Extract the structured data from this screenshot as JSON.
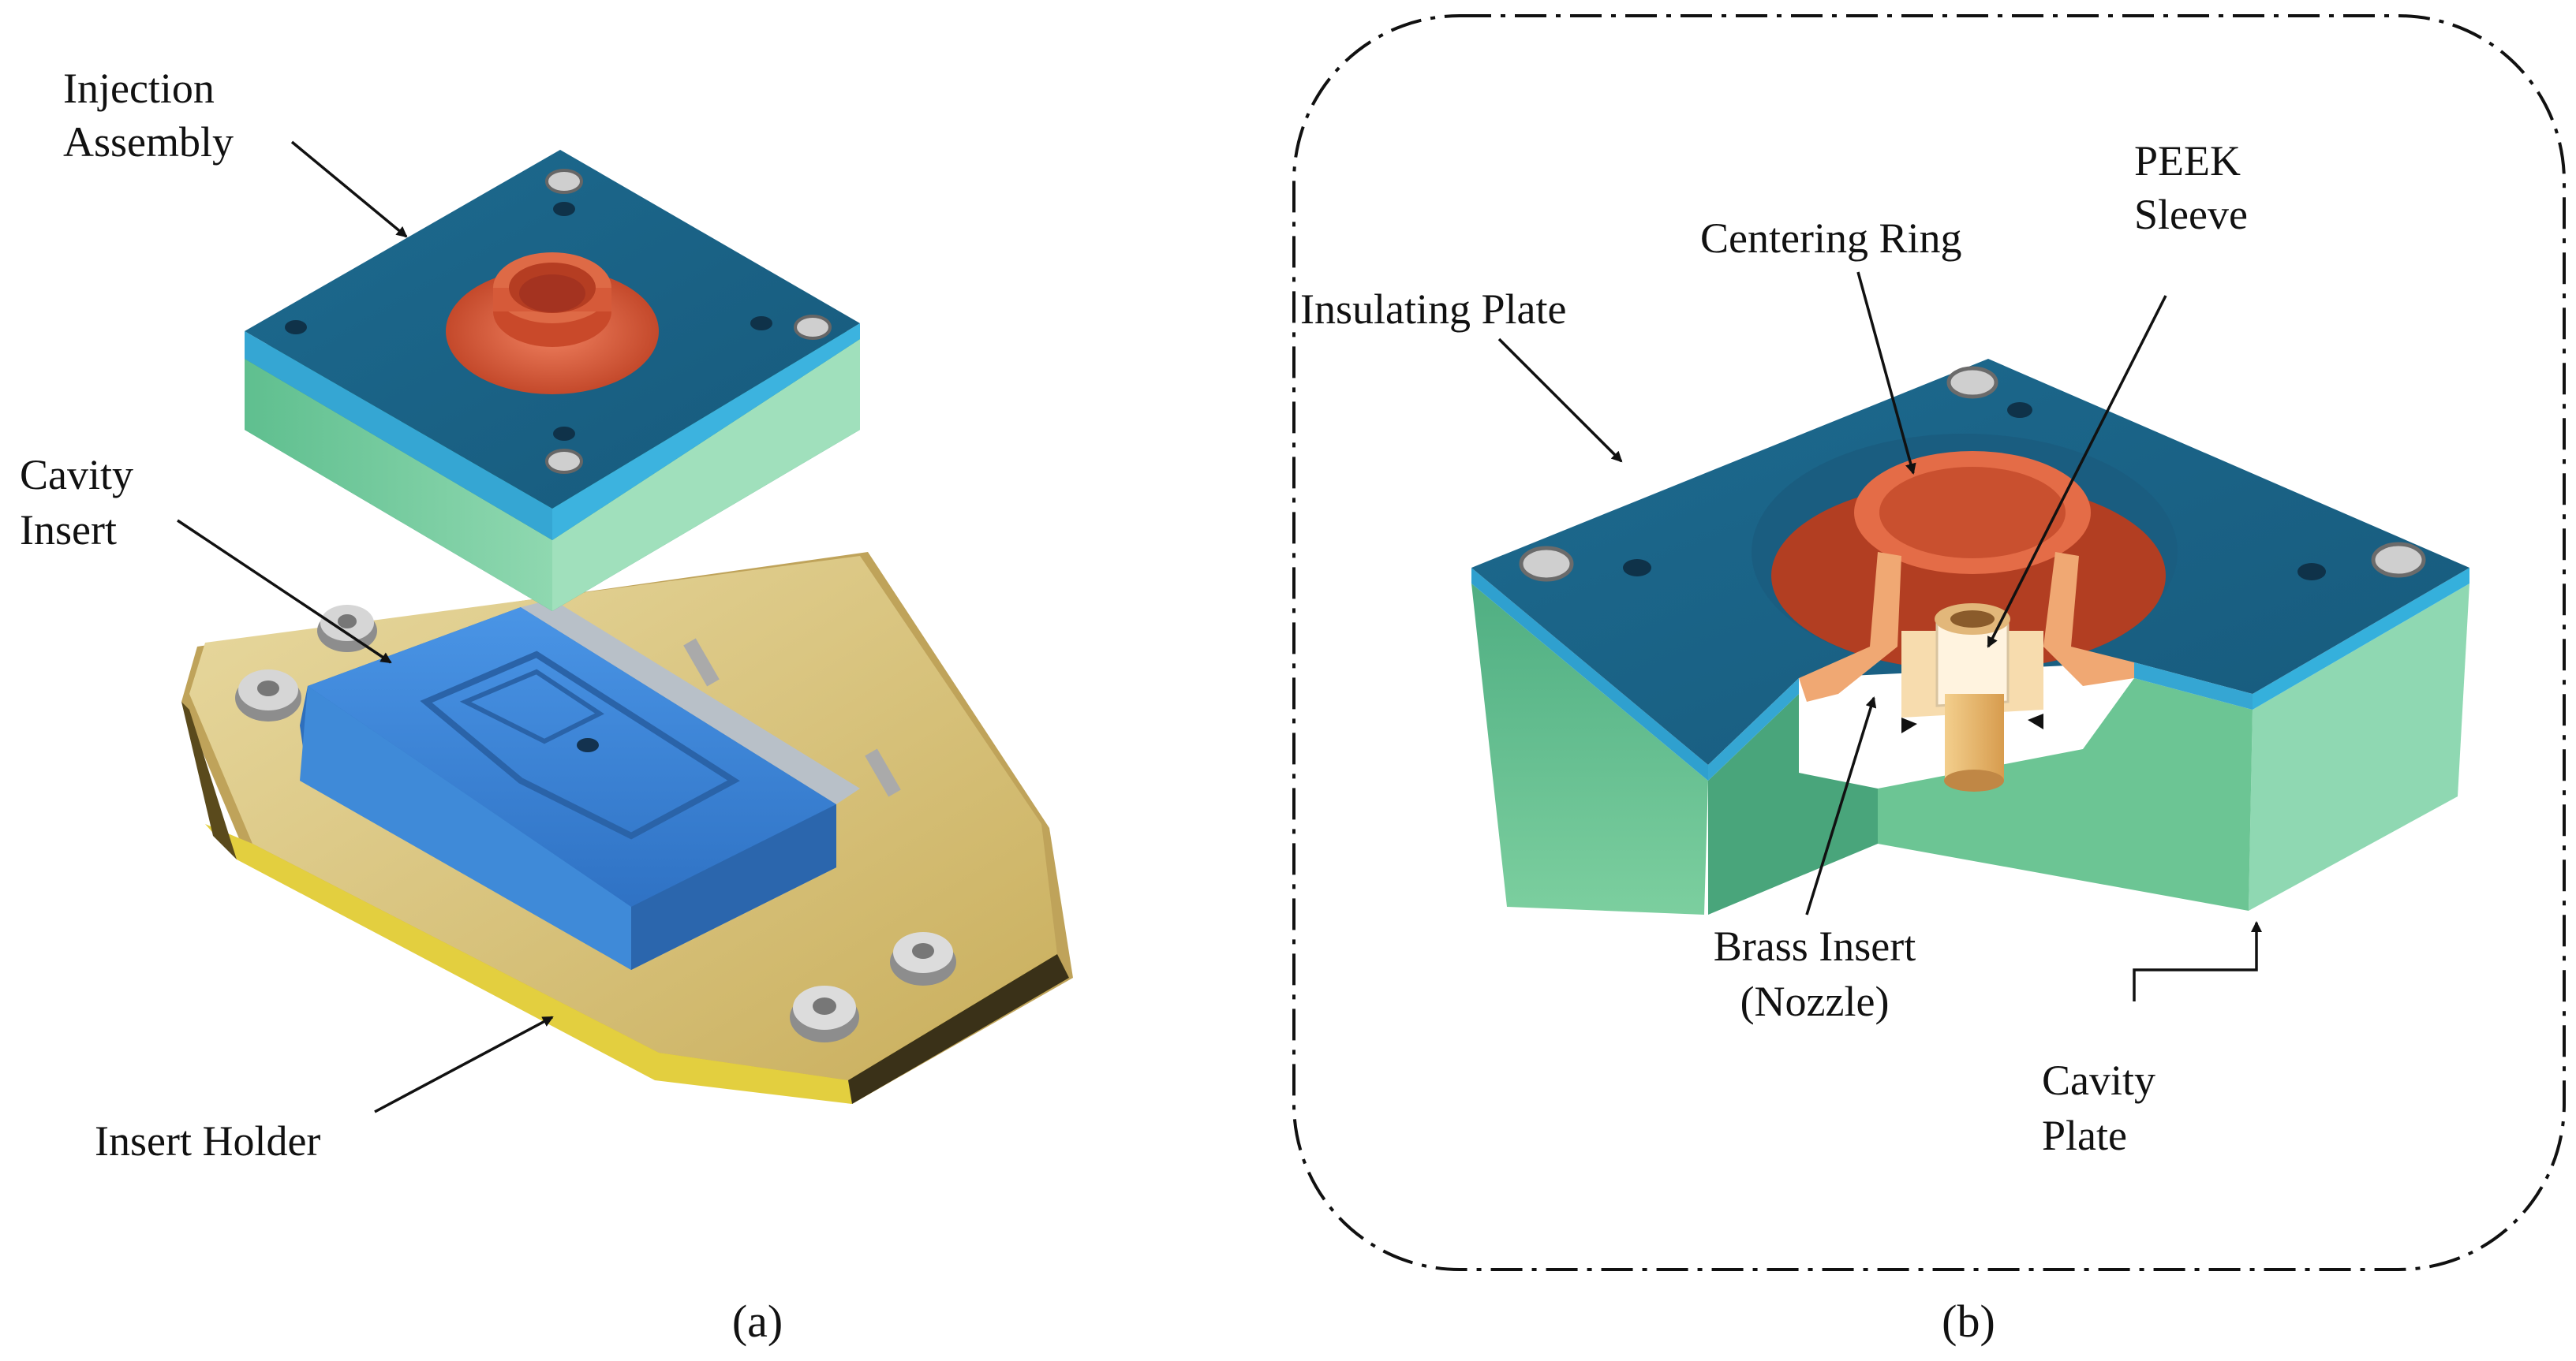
{
  "panel_a": {
    "caption": "(a)",
    "labels": {
      "injection_assembly": [
        "Injection",
        "Assembly"
      ],
      "cavity_insert": [
        "Cavity",
        "Insert"
      ],
      "insert_holder": "Insert Holder"
    }
  },
  "panel_b": {
    "caption": "(b)",
    "labels": {
      "insulating_plate": "Insulating Plate",
      "centering_ring": "Centering Ring",
      "peek_sleeve": [
        "PEEK",
        "Sleeve"
      ],
      "brass_insert": [
        "Brass Insert",
        "(Nozzle)"
      ],
      "cavity_plate": [
        "Cavity",
        "Plate"
      ]
    }
  },
  "colors": {
    "plate_top": "#1f6f94",
    "plate_edge": "#34a3cf",
    "plate_side": "#69c79a",
    "ring": "#d9603e",
    "brass": "#e4b46c",
    "holder": "#d8c27a",
    "insert_blue": "#3d86d6"
  }
}
